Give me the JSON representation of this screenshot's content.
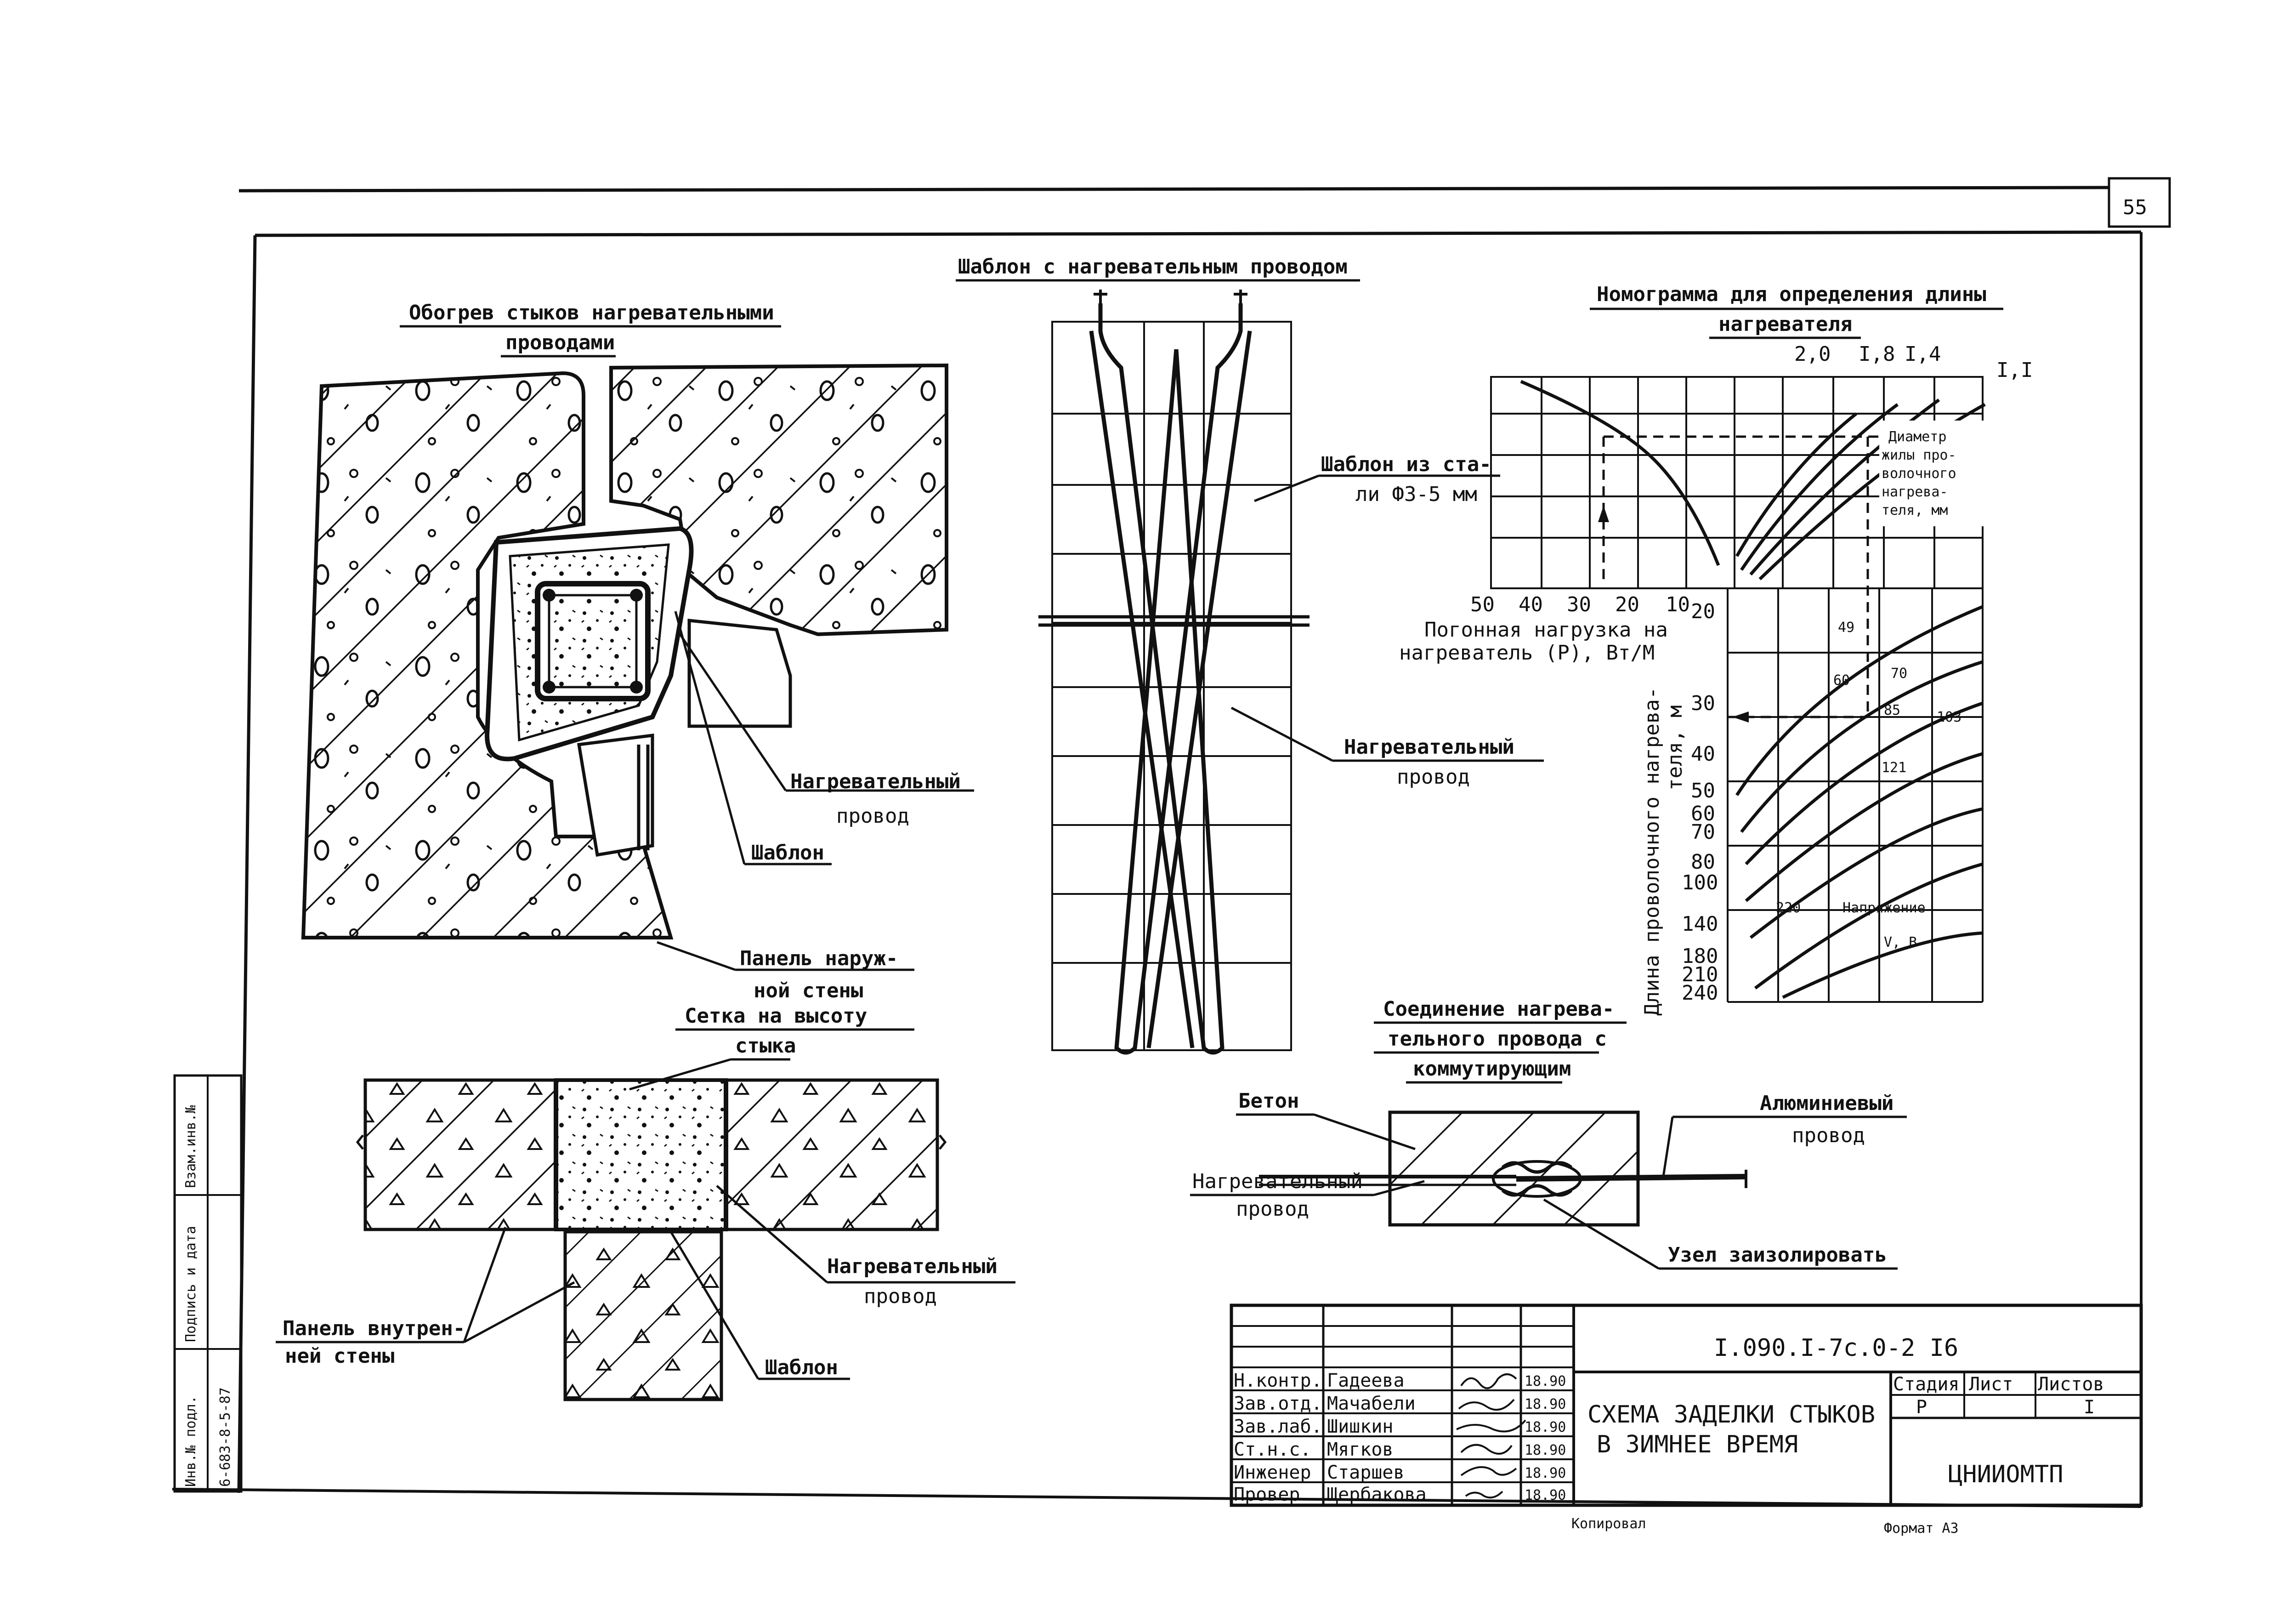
{
  "sheet": {
    "page_number": "55",
    "format": "Формат А3",
    "copied": "Копировал"
  },
  "side_stamp": {
    "f1": "Взам.инв.№",
    "f2": "Подпись и дата",
    "f3": "Инв.№ подл.",
    "f3_value": "6-683-8-5-87"
  },
  "heat_joint": {
    "title1": "Обогрев стыков нагревательными",
    "title2": "проводами",
    "wire1": "Нагревательный",
    "wire2": "провод",
    "template": "Шаблон",
    "panel1": "Панель наруж-",
    "panel2": "ной стены"
  },
  "template_view": {
    "title": "Шаблон с нагревательным проводом",
    "steel1": "Шаблон из ста-",
    "steel2": "ли Ф3-5 мм",
    "wire1": "Нагревательный",
    "wire2": "провод"
  },
  "nomogram": {
    "title1": "Номограмма для определения длины",
    "title2": "нагревателя",
    "diam_ticks": [
      "2,0",
      "I,8",
      "I,4",
      "I,I"
    ],
    "diam_label": [
      "Диаметр",
      "жилы про-",
      "волочного",
      "нагрева-",
      "теля, мм"
    ],
    "load_ticks": [
      "50",
      "40",
      "30",
      "20",
      "10"
    ],
    "load_label1": "Погонная нагрузка на",
    "load_label2": "нагреватель (Р), Вт/М",
    "length_ticks": [
      "20",
      "30",
      "40",
      "50",
      "60",
      "70",
      "80",
      "100",
      "140",
      "180",
      "210",
      "240"
    ],
    "length_label1": "Длина проволочного нагрева-",
    "length_label2": "теля, м",
    "voltage_values": [
      "49",
      "60",
      "70",
      "85",
      "103",
      "121",
      "220"
    ],
    "voltage_label1": "Напряжение",
    "voltage_label2": "V, B"
  },
  "mesh": {
    "title1": "Сетка на высоту",
    "title2": "стыка",
    "wire1": "Нагревательный",
    "wire2": "провод",
    "panel1": "Панель внутрен-",
    "panel2": "ней стены",
    "template": "Шаблон"
  },
  "connection": {
    "title1": "Соединение нагрева-",
    "title2": "тельного провода с",
    "title3": "коммутирующим",
    "concrete": "Бетон",
    "alu1": "Алюминиевый",
    "alu2": "провод",
    "heat1": "Нагревательный",
    "heat2": "провод",
    "insulate": "Узел заизолировать"
  },
  "title_block": {
    "doc_code": "I.090.I-7с.0-2 I6",
    "title1": "СХЕМА ЗАДЕЛКИ СТЫКОВ",
    "title2": "В ЗИМНЕЕ ВРЕМЯ",
    "stage_h": "Стадия",
    "sheet_h": "Лист",
    "sheets_h": "Листов",
    "stage": "Р",
    "sheets": "I",
    "org": "ЦНИИОМТП",
    "rows": [
      {
        "role": "Н.контр.",
        "name": "Гадеева",
        "date": "18.90"
      },
      {
        "role": "Зав.отд.",
        "name": "Мачабели",
        "date": "18.90"
      },
      {
        "role": "Зав.лаб.",
        "name": "Шишкин",
        "date": "18.90"
      },
      {
        "role": "Ст.н.с.",
        "name": "Мягков",
        "date": "18.90"
      },
      {
        "role": "Инженер",
        "name": "Старшев",
        "date": "18.90"
      },
      {
        "role": "Провер.",
        "name": "Щербакова",
        "date": "18.90"
      }
    ]
  }
}
